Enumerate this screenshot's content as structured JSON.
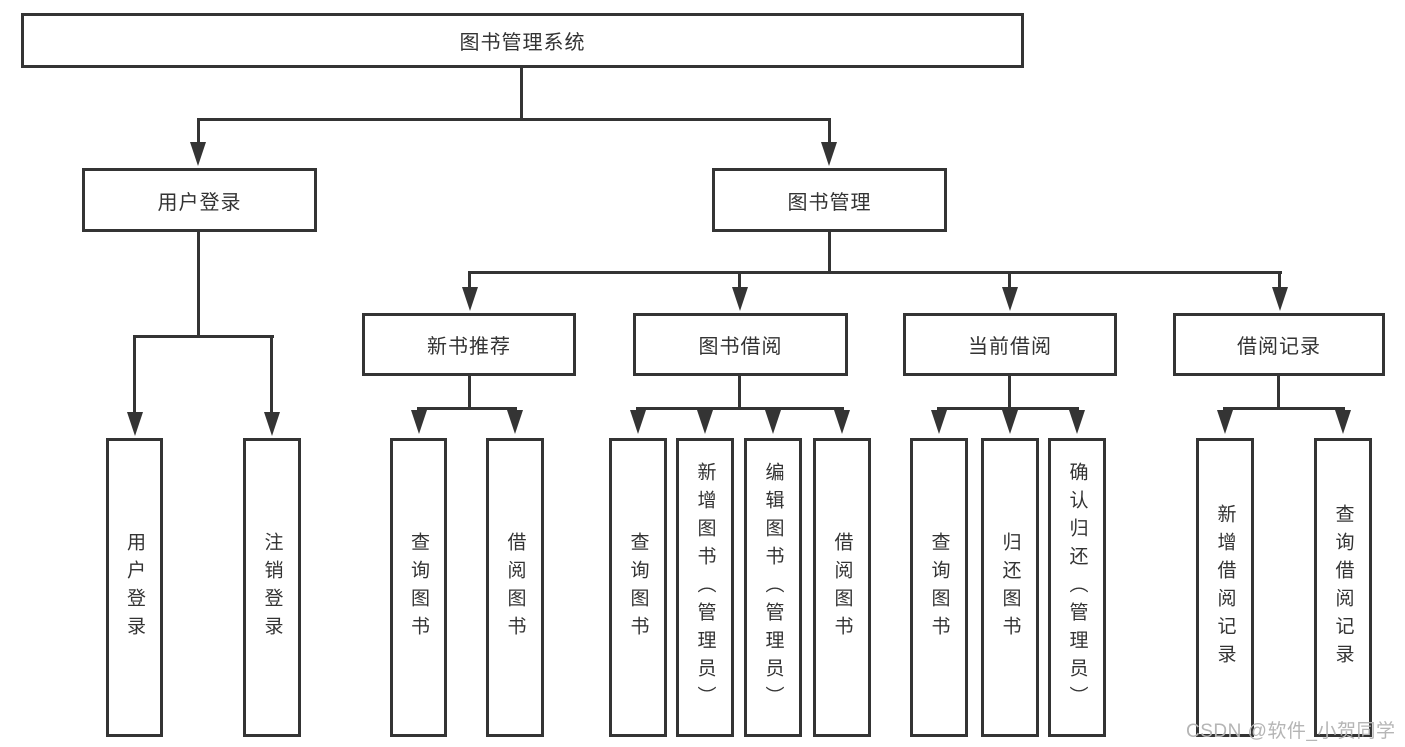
{
  "diagram": {
    "title": "图书管理系统",
    "branches": {
      "user_login": {
        "label": "用户登录",
        "children": [
          "用户登录",
          "注销登录"
        ]
      },
      "book_mgmt": {
        "label": "图书管理"
      },
      "new_book": {
        "label": "新书推荐",
        "children": [
          "查询图书",
          "借阅图书"
        ]
      },
      "book_borrow": {
        "label": "图书借阅",
        "children": [
          "查询图书",
          "新增图书（管理员）",
          "编辑图书（管理员）",
          "借阅图书"
        ]
      },
      "current_borrow": {
        "label": "当前借阅",
        "children": [
          "查询图书",
          "归还图书",
          "确认归还（管理员）"
        ]
      },
      "borrow_record": {
        "label": "借阅记录",
        "children": [
          "新增借阅记录",
          "查询借阅记录"
        ]
      }
    }
  },
  "watermark": "CSDN @软件_小贺同学",
  "colors": {
    "line": "#343434",
    "text": "#333333",
    "watermark": "#b5b5b5",
    "background": "#ffffff"
  }
}
